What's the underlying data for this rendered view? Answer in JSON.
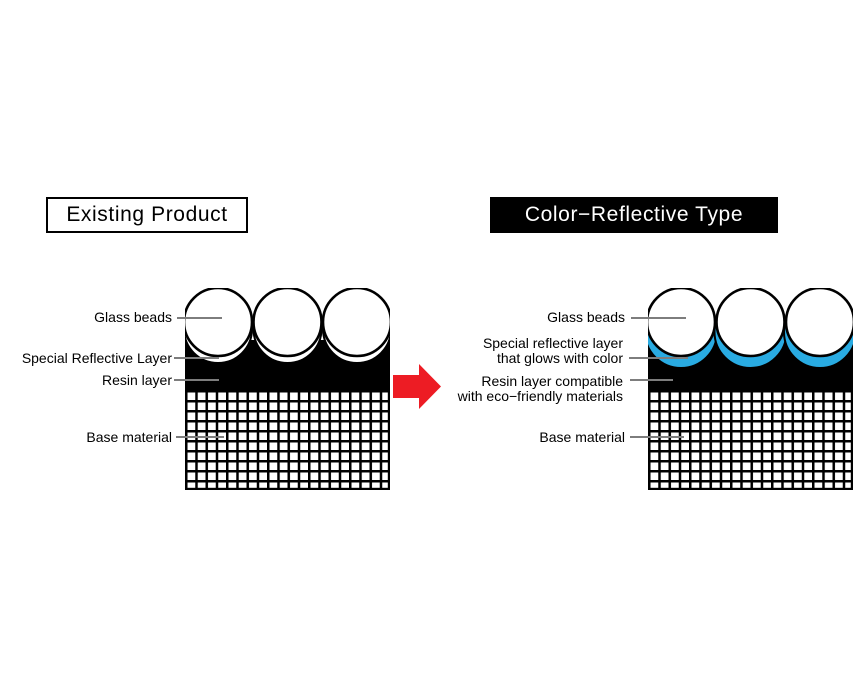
{
  "titles": {
    "left": "Existing Product",
    "right": "Color−Reflective Type"
  },
  "left_panel": {
    "labels": {
      "glass_beads": "Glass beads",
      "reflective_layer": "Special Reflective Layer",
      "resin_layer": "Resin layer",
      "base_material": "Base material"
    }
  },
  "right_panel": {
    "labels": {
      "glass_beads": "Glass beads",
      "reflective_layer_line1": "Special reflective layer",
      "reflective_layer_line2": "that glows with color",
      "resin_layer_line1": "Resin layer compatible",
      "resin_layer_line2": "with eco−friendly materials",
      "base_material": "Base material"
    }
  },
  "colors": {
    "reflective_cyan": "#29ABE2",
    "arrow_red": "#ED1C24",
    "diagram_black": "#000000",
    "leader_gray": "#7d7d7d"
  }
}
